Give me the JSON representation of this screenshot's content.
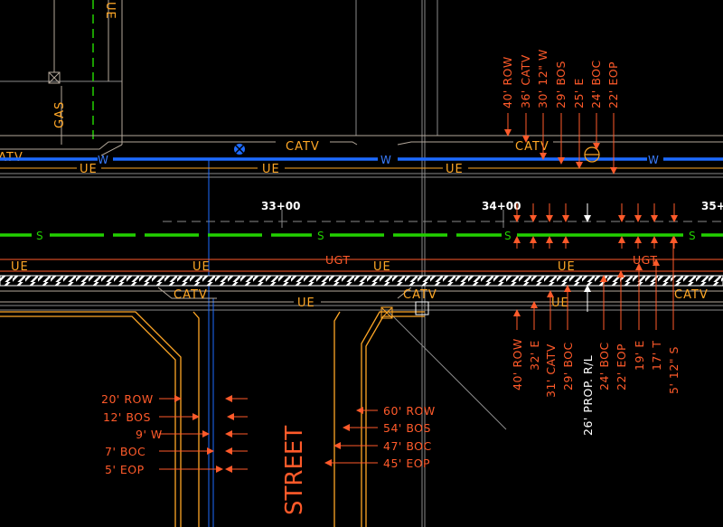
{
  "colors": {
    "background": "#000000",
    "dimension": "#ff5a2a",
    "curb": "#ffa726",
    "sewer": "#22d000",
    "water": "#1e6bff",
    "catv_utility": "#b3a79a",
    "grid": "#9a9a9a",
    "label_white": "#ffffff"
  },
  "stations": {
    "s1": "33+00",
    "s2": "34+00",
    "s3": "35+"
  },
  "utilities": {
    "ue": "UE",
    "ugt": "UGT",
    "catv": "CATV",
    "water": "W",
    "sewer": "S",
    "gas": "GAS",
    "ue_vertical": "UE"
  },
  "street_label": "STREET",
  "top_right_dims": [
    "40' ROW",
    "36' CATV",
    "30' 12\" W",
    "29' BOS",
    "25' E",
    "24' BOC",
    "22' EOP"
  ],
  "lower_right_dims": {
    "labels": [
      "40' ROW",
      "32' E",
      "31' CATV",
      "29' BOC",
      "24' BOC",
      "22' EOP",
      "19' E",
      "17' T",
      "5' 12\" S"
    ],
    "prop_rl": "26' PROP. R/L"
  },
  "left_street_dims": [
    "20' ROW",
    "12' BOS",
    "9' W",
    "7' BOC",
    "5' EOP"
  ],
  "right_street_dims": [
    "60' ROW",
    "54' BOS",
    "47' BOC",
    "45' EOP"
  ]
}
